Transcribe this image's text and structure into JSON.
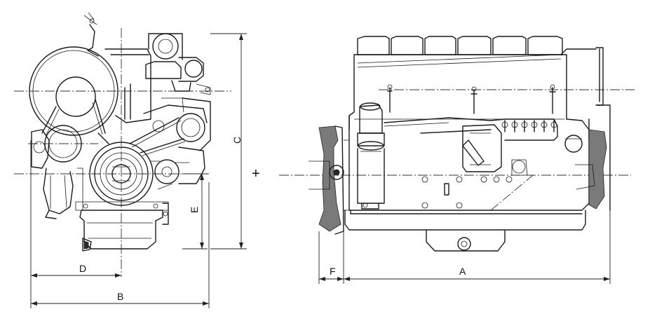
{
  "labels": {
    "A": "A",
    "B": "B",
    "C": "C",
    "D": "D",
    "E": "E",
    "F": "F"
  },
  "center_marker": "+",
  "colors": {
    "line": "#1a1a1a",
    "background": "#ffffff"
  }
}
